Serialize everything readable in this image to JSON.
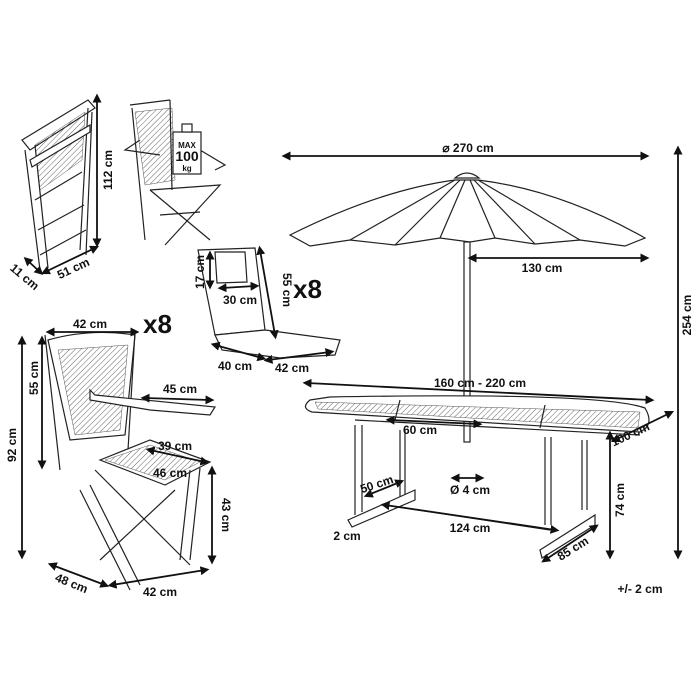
{
  "folded_chair": {
    "height": "112 cm",
    "depth": "11 cm",
    "width": "51 cm"
  },
  "weight_tag": {
    "max": "MAX",
    "value": "100",
    "unit": "kg"
  },
  "cushion": {
    "pillow_height": "17 cm",
    "pillow_width": "30 cm",
    "back_height": "55 cm",
    "quantity": "x8",
    "seat_depth": "40 cm",
    "seat_width": "42 cm"
  },
  "chair": {
    "top_width": "42 cm",
    "quantity": "x8",
    "back_height": "55 cm",
    "total_height": "92 cm",
    "armrest": "45 cm",
    "seat_depth": "39 cm",
    "seat_width": "46 cm",
    "seat_height": "43 cm",
    "base_depth": "48 cm",
    "base_width": "42 cm"
  },
  "umbrella": {
    "diameter": "⌀ 270 cm",
    "radius": "130 cm",
    "height": "254 cm"
  },
  "table": {
    "length": "160 cm - 220 cm",
    "extension": "60 cm",
    "width": "100 cm",
    "foot_length": "50 cm",
    "pole_hole": "Ø 4 cm",
    "height": "74 cm",
    "foot_thickness": "2 cm",
    "leg_span": "124 cm",
    "foot_width": "85 cm"
  },
  "tolerance": "+/- 2 cm"
}
